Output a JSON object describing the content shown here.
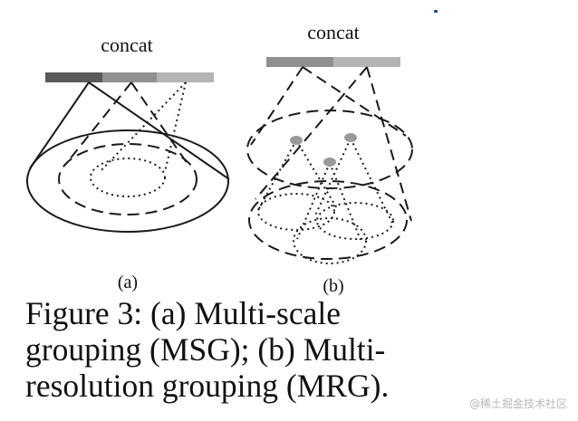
{
  "panel_a": {
    "top_label": "concat",
    "sub_label": "(a)"
  },
  "panel_b": {
    "top_label": "concat",
    "sub_label": "(b)"
  },
  "caption": {
    "line1": "Figure 3:  (a) Multi-scale",
    "line2": "grouping (MSG); (b) Multi-",
    "line3": "resolution grouping (MRG)."
  },
  "watermark": "@稀土掘金技术社区",
  "colors": {
    "stroke": "#1a1a1a",
    "bar_dark": "#5a5a5a",
    "bar_mid": "#909090",
    "bar_light": "#b4b4b4",
    "point_fill": "#9a9a9a",
    "watermark": "#b8b8b8"
  }
}
